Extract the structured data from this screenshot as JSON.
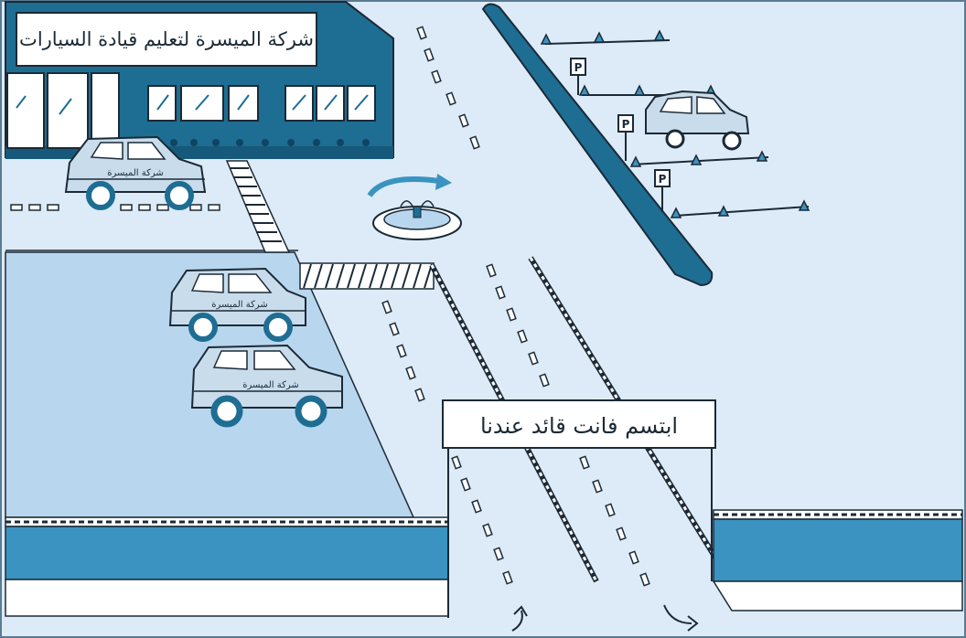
{
  "signs": {
    "school_name": "شركة الميسرة لتعليم قيادة السيارات",
    "banner": "ابتسم فانت قائد عندنا",
    "parking_letter": "P",
    "car_logo": "شركة الميسرة"
  },
  "colors": {
    "sky": "#dcebf7",
    "road": "#d9e9f6",
    "lot": "#b8d6ee",
    "building": "#1e6d93",
    "canal": "#3a93c0",
    "outline": "#1b2a36",
    "car_body": "#c9dcec",
    "white": "#ffffff"
  }
}
